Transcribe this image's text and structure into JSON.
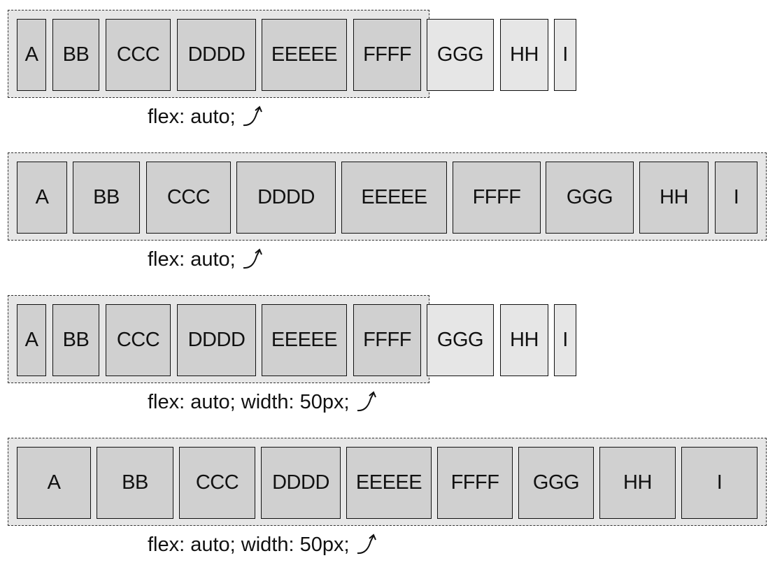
{
  "colors": {
    "item_fill": "#d0d0d0",
    "container_fill": "#e6e6e6",
    "overflow_item_fill": "#e6e6e6",
    "border": "#111111"
  },
  "diagrams": [
    {
      "caption": "flex: auto;",
      "items": [
        "A",
        "BB",
        "CCC",
        "DDDD",
        "EEEEE",
        "FFFF",
        "GGG",
        "HH",
        "I"
      ]
    },
    {
      "caption": "flex: auto;",
      "items": [
        "A",
        "BB",
        "CCC",
        "DDDD",
        "EEEEE",
        "FFFF",
        "GGG",
        "HH",
        "I"
      ]
    },
    {
      "caption": "flex: auto; width: 50px;",
      "items": [
        "A",
        "BB",
        "CCC",
        "DDDD",
        "EEEEE",
        "FFFF",
        "GGG",
        "HH",
        "I"
      ]
    },
    {
      "caption": "flex: auto; width: 50px;",
      "items": [
        "A",
        "BB",
        "CCC",
        "DDDD",
        "EEEEE",
        "FFFF",
        "GGG",
        "HH",
        "I"
      ]
    }
  ]
}
